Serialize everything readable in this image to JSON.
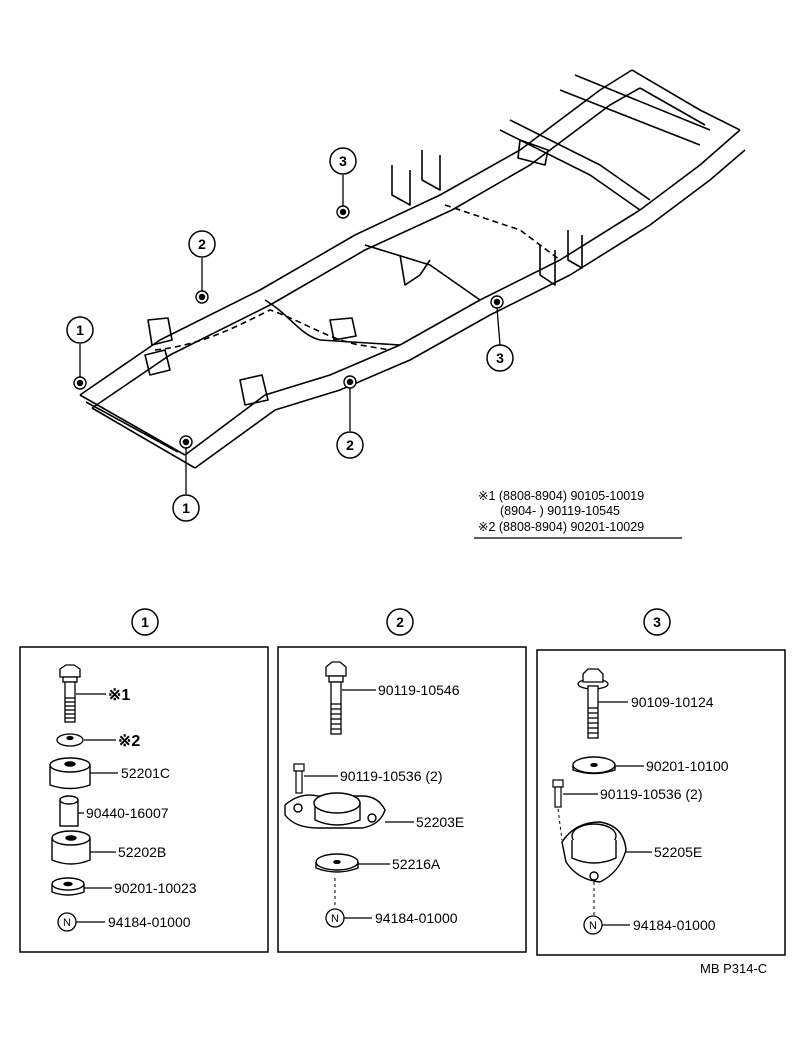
{
  "callouts": {
    "c1": "1",
    "c2": "2",
    "c3": "3"
  },
  "notes": {
    "row1": "※1 (8808-8904)  90105-10019",
    "row2": "(8904-         )  90119-10545",
    "row3": "※2 (8808-8904)  90201-10029"
  },
  "groups": {
    "g1": {
      "number": "1",
      "mark1": "※1",
      "mark2": "※2",
      "parts": [
        "52201C",
        "90440-16007",
        "52202B",
        "90201-10023",
        "94184-01000"
      ]
    },
    "g2": {
      "number": "2",
      "parts": [
        "90119-10546",
        "90119-10536 (2)",
        "52203E",
        "52216A",
        "94184-01000"
      ]
    },
    "g3": {
      "number": "3",
      "parts": [
        "90109-10124",
        "90201-10100",
        "90119-10536 (2)",
        "52205E",
        "94184-01000"
      ]
    }
  },
  "nut_symbol": "N",
  "page_code": "MB   P314-C",
  "colors": {
    "ink": "#000000",
    "paper": "#ffffff"
  }
}
